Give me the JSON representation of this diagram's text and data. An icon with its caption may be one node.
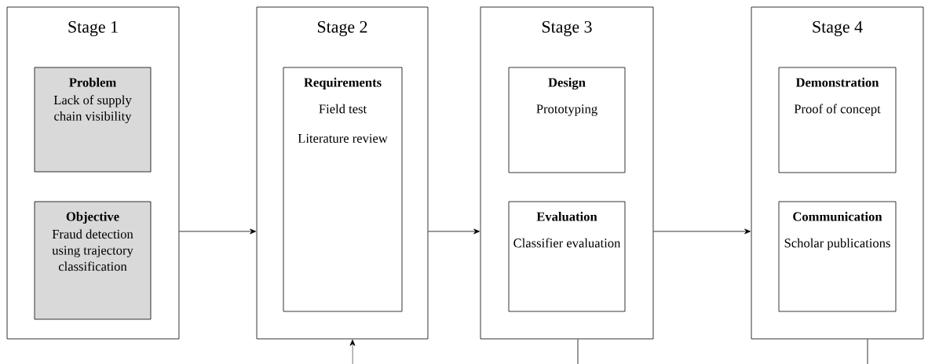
{
  "diagram": {
    "nodes": [
      {
        "text": [
          "Stage 1"
        ]
      },
      {
        "text": [
          "Problem",
          "Lack of supply chain visibility"
        ],
        "in": 0
      },
      {
        "text": [
          "Objective",
          "Fraud detection using trajectory classification"
        ],
        "in": 0
      },
      {
        "text": [
          "Stage 2"
        ]
      },
      {
        "text": [
          "Requirements",
          "Field test",
          "Literature review"
        ],
        "in": 3
      },
      {
        "text": [
          "Stage 3"
        ]
      },
      {
        "text": [
          "Design",
          "Prototyping"
        ],
        "in": 5
      },
      {
        "text": [
          "Evaluation",
          "Classifier evaluation"
        ],
        "in": 5
      },
      {
        "text": [
          "Stage 4"
        ]
      },
      {
        "text": [
          "Demonstration",
          "Proof of concept"
        ],
        "in": 8
      },
      {
        "text": [
          "Communication",
          "Scholar publications"
        ],
        "in": 8
      }
    ],
    "edges": [
      {
        "from": 0,
        "to": 3,
        "arrow": "to"
      },
      {
        "from": 3,
        "to": 5,
        "arrow": "to"
      },
      {
        "from": 5,
        "to": 8,
        "arrow": "to"
      },
      {
        "from": null,
        "to": 3,
        "arrow": "to"
      },
      {
        "from": 5,
        "to": null,
        "arrow": "none"
      },
      {
        "from": 8,
        "to": null,
        "arrow": "none"
      }
    ]
  }
}
